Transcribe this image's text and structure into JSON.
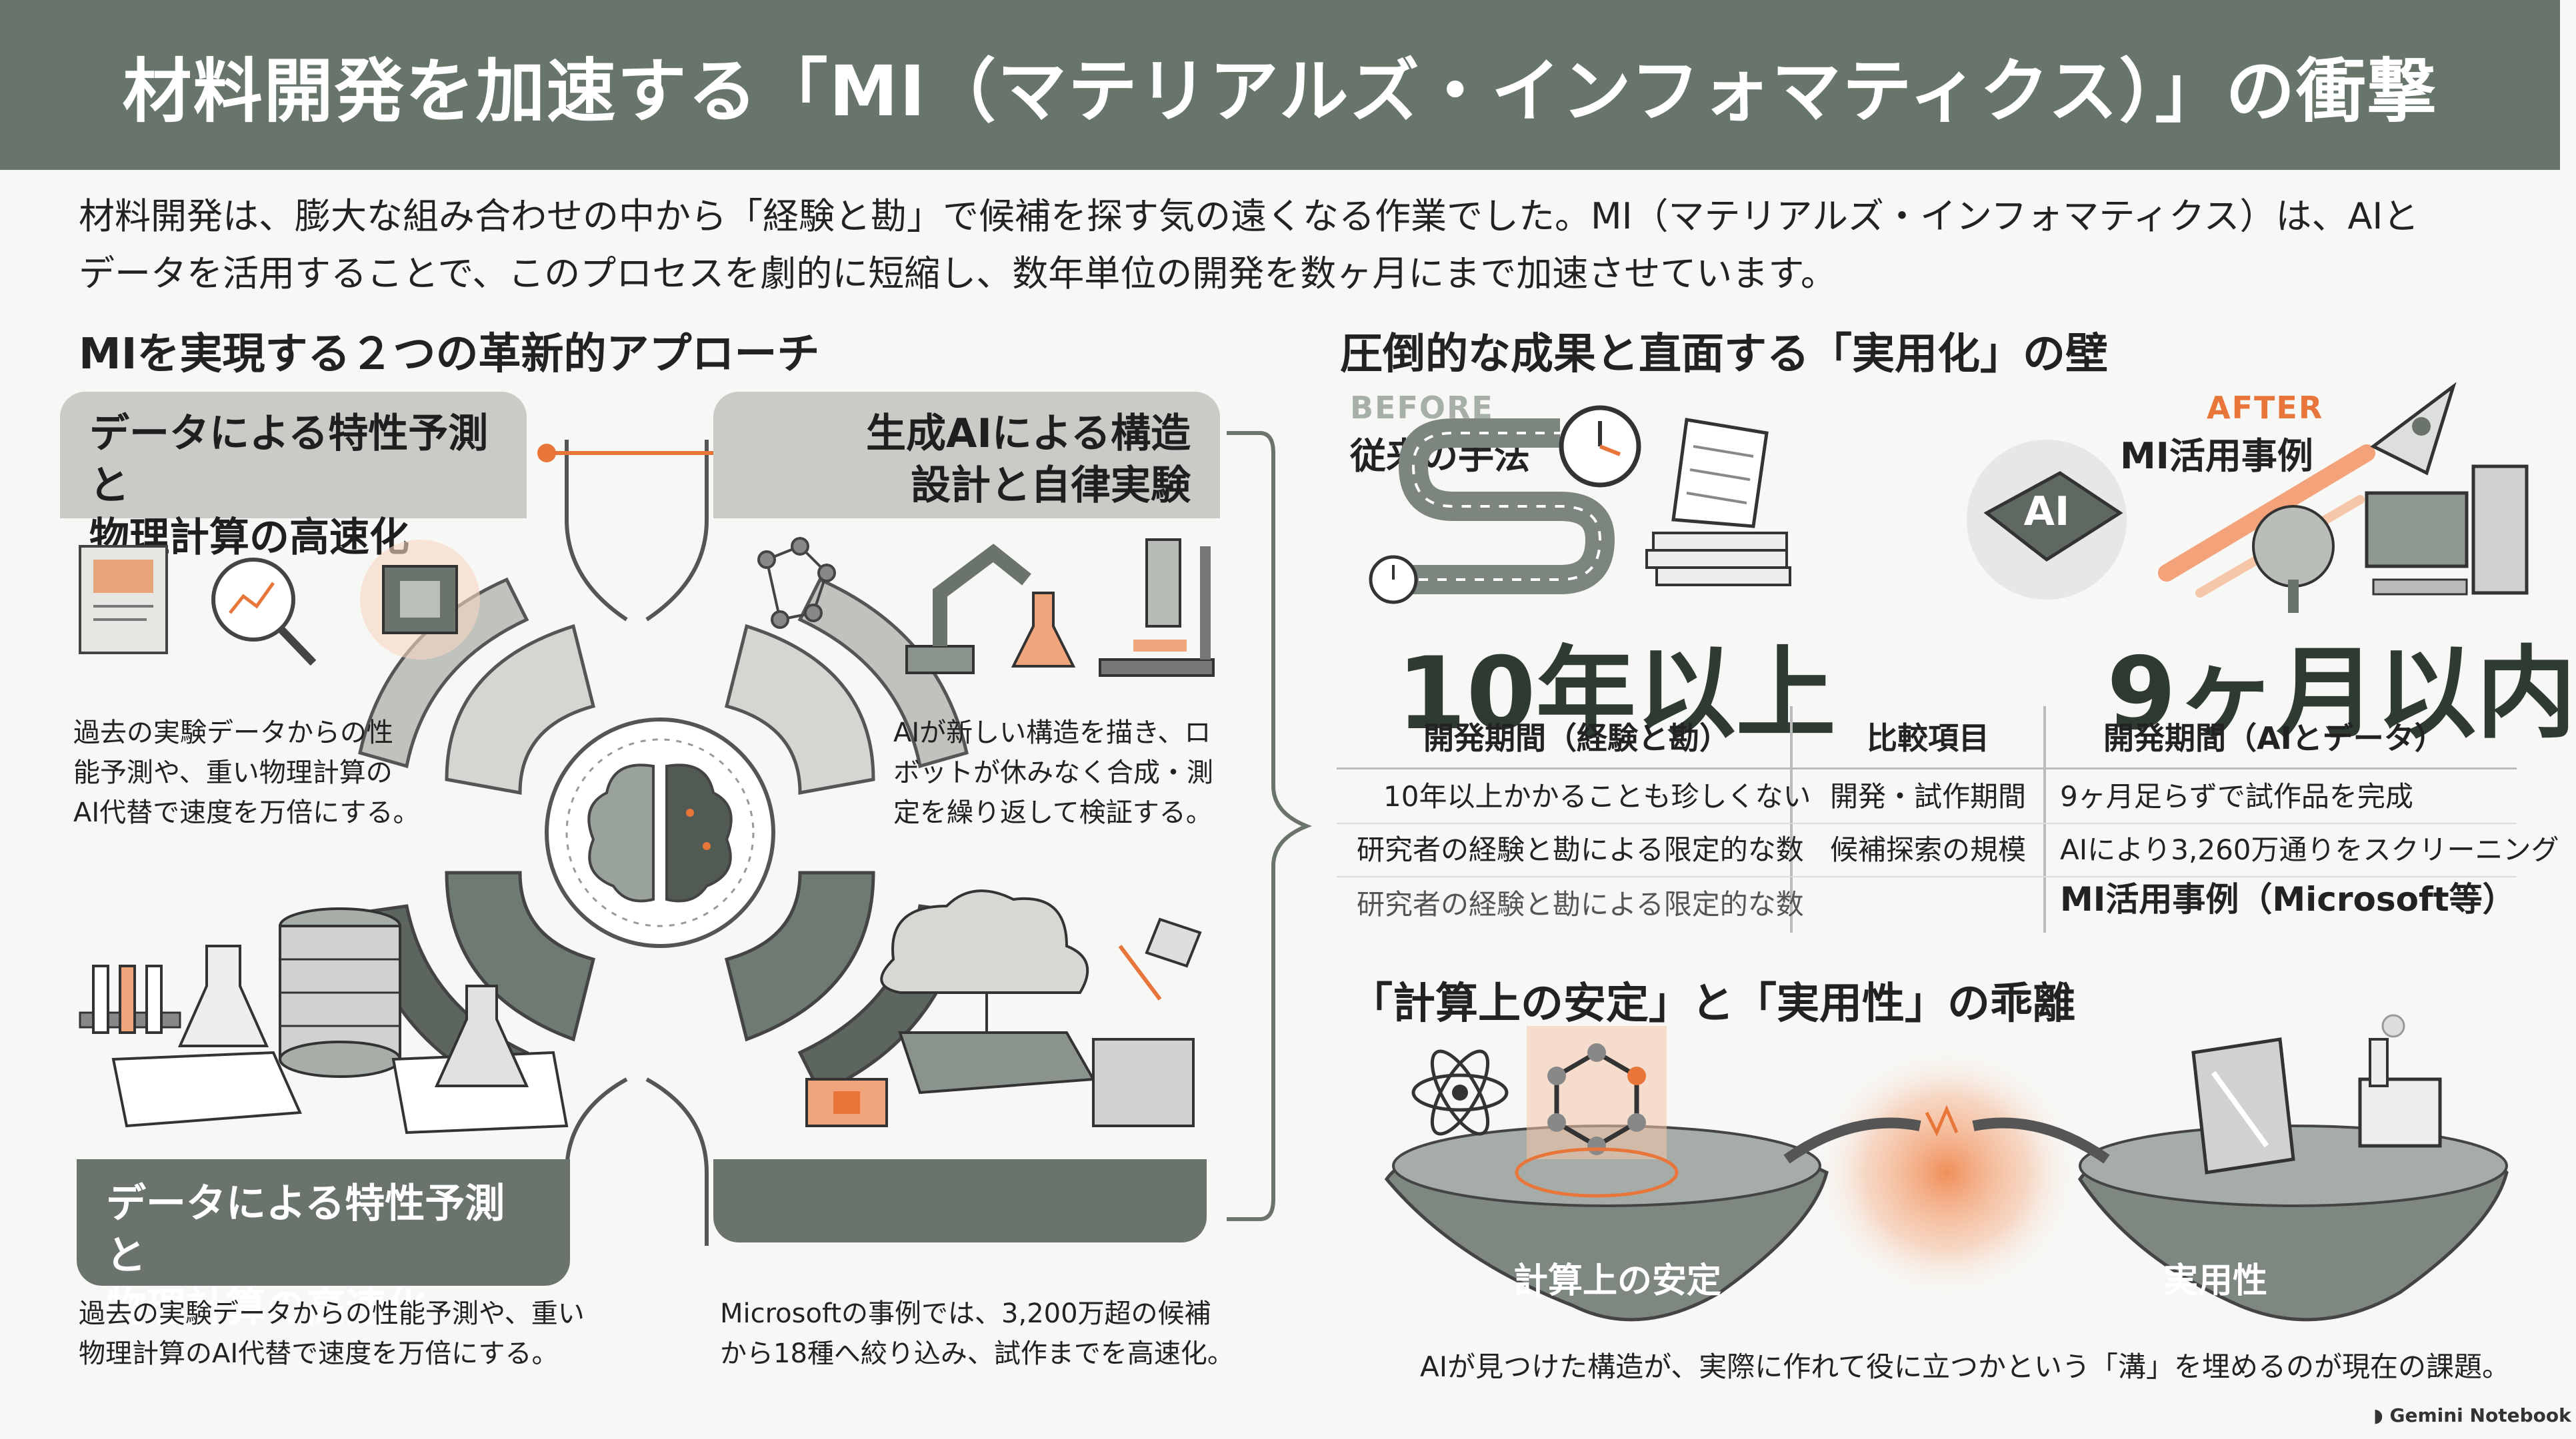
{
  "header": {
    "title": "材料開発を加速する「MI（マテリアルズ・インフォマティクス）」の衝撃"
  },
  "intro": {
    "line1": "材料開発は、膨大な組み合わせの中から「経験と勘」で候補を探す気の遠くなる作業でした。MI（マテリアルズ・インフォマティクス）は、AIと",
    "line2": "データを活用することで、このプロセスを劇的に短縮し、数年単位の開発を数ヶ月にまで加速させています。"
  },
  "left_section": {
    "title": "MIを実現する２つの革新的アプローチ",
    "card_top_left": {
      "title_line1": "データによる特性予測と",
      "title_line2": "物理計算の高速化",
      "desc_line1": "過去の実験データからの性",
      "desc_line2": "能予測や、重い物理計算の",
      "desc_line3": "AI代替で速度を万倍にする。"
    },
    "card_top_right": {
      "title_line1": "生成AIによる構造",
      "title_line2": "設計と自律実験",
      "desc_line1": "AIが新しい構造を描き、ロ",
      "desc_line2": "ボットが休みなく合成・測",
      "desc_line3": "定を繰り返して検証する。"
    },
    "card_bottom_left": {
      "title_line1": "データによる特性予測と",
      "title_line2": "物理計算の高速化",
      "desc_line1": "過去の実験データからの性能予測や、重い",
      "desc_line2": "物理計算のAI代替で速度を万倍にする。"
    },
    "card_bottom_right": {
      "desc_line1": "Microsoftの事例では、3,200万超の候補",
      "desc_line2": "から18種へ絞り込み、試作までを高速化。"
    }
  },
  "right_section": {
    "title": "圧倒的な成果と直面する「実用化」の壁",
    "before": {
      "badge": "BEFORE",
      "label": "従来の手法",
      "value": "10年以上"
    },
    "after": {
      "badge": "AFTER",
      "label": "MI活用事例",
      "value": "9ヶ月以内"
    },
    "chip_text": "AI",
    "table": {
      "headers": [
        "開発期間（経験と勘）",
        "比較項目",
        "開発期間（AIとデータ）"
      ],
      "rows": [
        [
          "10年以上かかることも珍しくない",
          "開発・試作期間",
          "9ヶ月足らずで試作品を完成"
        ],
        [
          "研究者の経験と勘による限定的な数",
          "候補探索の規模",
          "AIにより3,260万通りをスクリーニング"
        ],
        [
          "研究者の経験と勘による限定的な数",
          "",
          "MI活用事例（Microsoft等）"
        ]
      ]
    },
    "gap": {
      "title": "「計算上の安定」と「実用性」の乖離",
      "left_label": "計算上の安定",
      "right_label": "実用性",
      "caption": "AIが見つけた構造が、実際に作れて役に立つかという「溝」を埋めるのが現在の課題。"
    }
  },
  "footer": {
    "brand": "Gemini Notebook"
  },
  "colors": {
    "header_bg": "#67756b",
    "accent_orange": "#e8763a",
    "gray_light": "#c9cbc6",
    "gray_dark": "#6a746c"
  },
  "icons": [
    "brain-icon",
    "chip-icon",
    "magnifier-chart-icon",
    "molecule-icon",
    "robot-arm-icon",
    "flask-icon",
    "microscope-icon",
    "database-icon",
    "test-tubes-icon",
    "cloud-chip-icon",
    "printer-icon",
    "clock-icon",
    "winding-road-icon",
    "paper-stack-icon",
    "rocket-icon",
    "computer-icon",
    "tree-icon",
    "atom-icon",
    "hexagon-molecule-icon",
    "broken-bridge-icon",
    "metal-plate-icon",
    "factory-icon"
  ]
}
